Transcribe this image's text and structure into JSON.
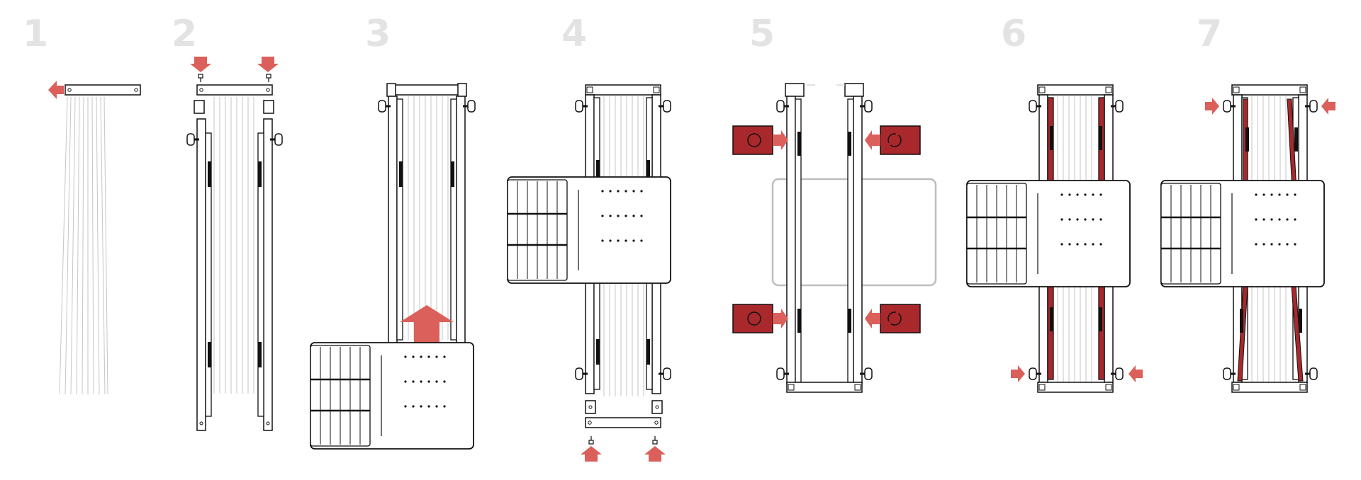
{
  "title": "",
  "steps": [
    {
      "label": "1"
    },
    {
      "label": "2"
    },
    {
      "label": "3"
    },
    {
      "label": "4"
    },
    {
      "label": "5"
    },
    {
      "label": "6"
    },
    {
      "label": "7"
    }
  ],
  "colors": {
    "line": "#111111",
    "thread": "#c6c6c6",
    "arrow": "#db5f5a",
    "block": "#a9282c",
    "ghost": "#bdbdbd",
    "number": "#e3e3e3"
  }
}
